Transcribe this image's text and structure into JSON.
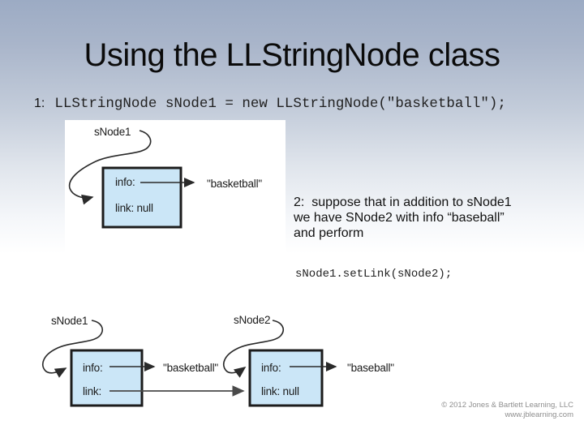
{
  "title": "Using the LLStringNode class",
  "step1": {
    "number": "1:",
    "code": "LLStringNode sNode1 = new LLStringNode(\"basketball\");"
  },
  "step2": {
    "line1": "2:  suppose that in addition to sNode1",
    "line2": "we have SNode2 with info “baseball”",
    "line3": "and perform",
    "code": "sNode1.setLink(sNode2);"
  },
  "diagram1": {
    "pointer_label": "sNode1",
    "info_label": "info:",
    "info_value": "\"basketball\"",
    "link_label": "link: null"
  },
  "diagram2": {
    "node1": {
      "pointer_label": "sNode1",
      "info_label": "info:",
      "info_value": "\"basketball\"",
      "link_label": "link:"
    },
    "node2": {
      "pointer_label": "sNode2",
      "info_label": "info:",
      "info_value": "\"baseball\"",
      "link_label": "link: null"
    }
  },
  "footer": {
    "copyright": "© 2012 Jones & Bartlett Learning, LLC",
    "website": "www.jblearning.com"
  },
  "colors": {
    "node_fill": "#cbe6f7",
    "node_border": "#1c1c1c",
    "gradient_top": "#9cabc4",
    "diagram_background": "#ffffff",
    "footer_text": "#8e8e8e"
  }
}
